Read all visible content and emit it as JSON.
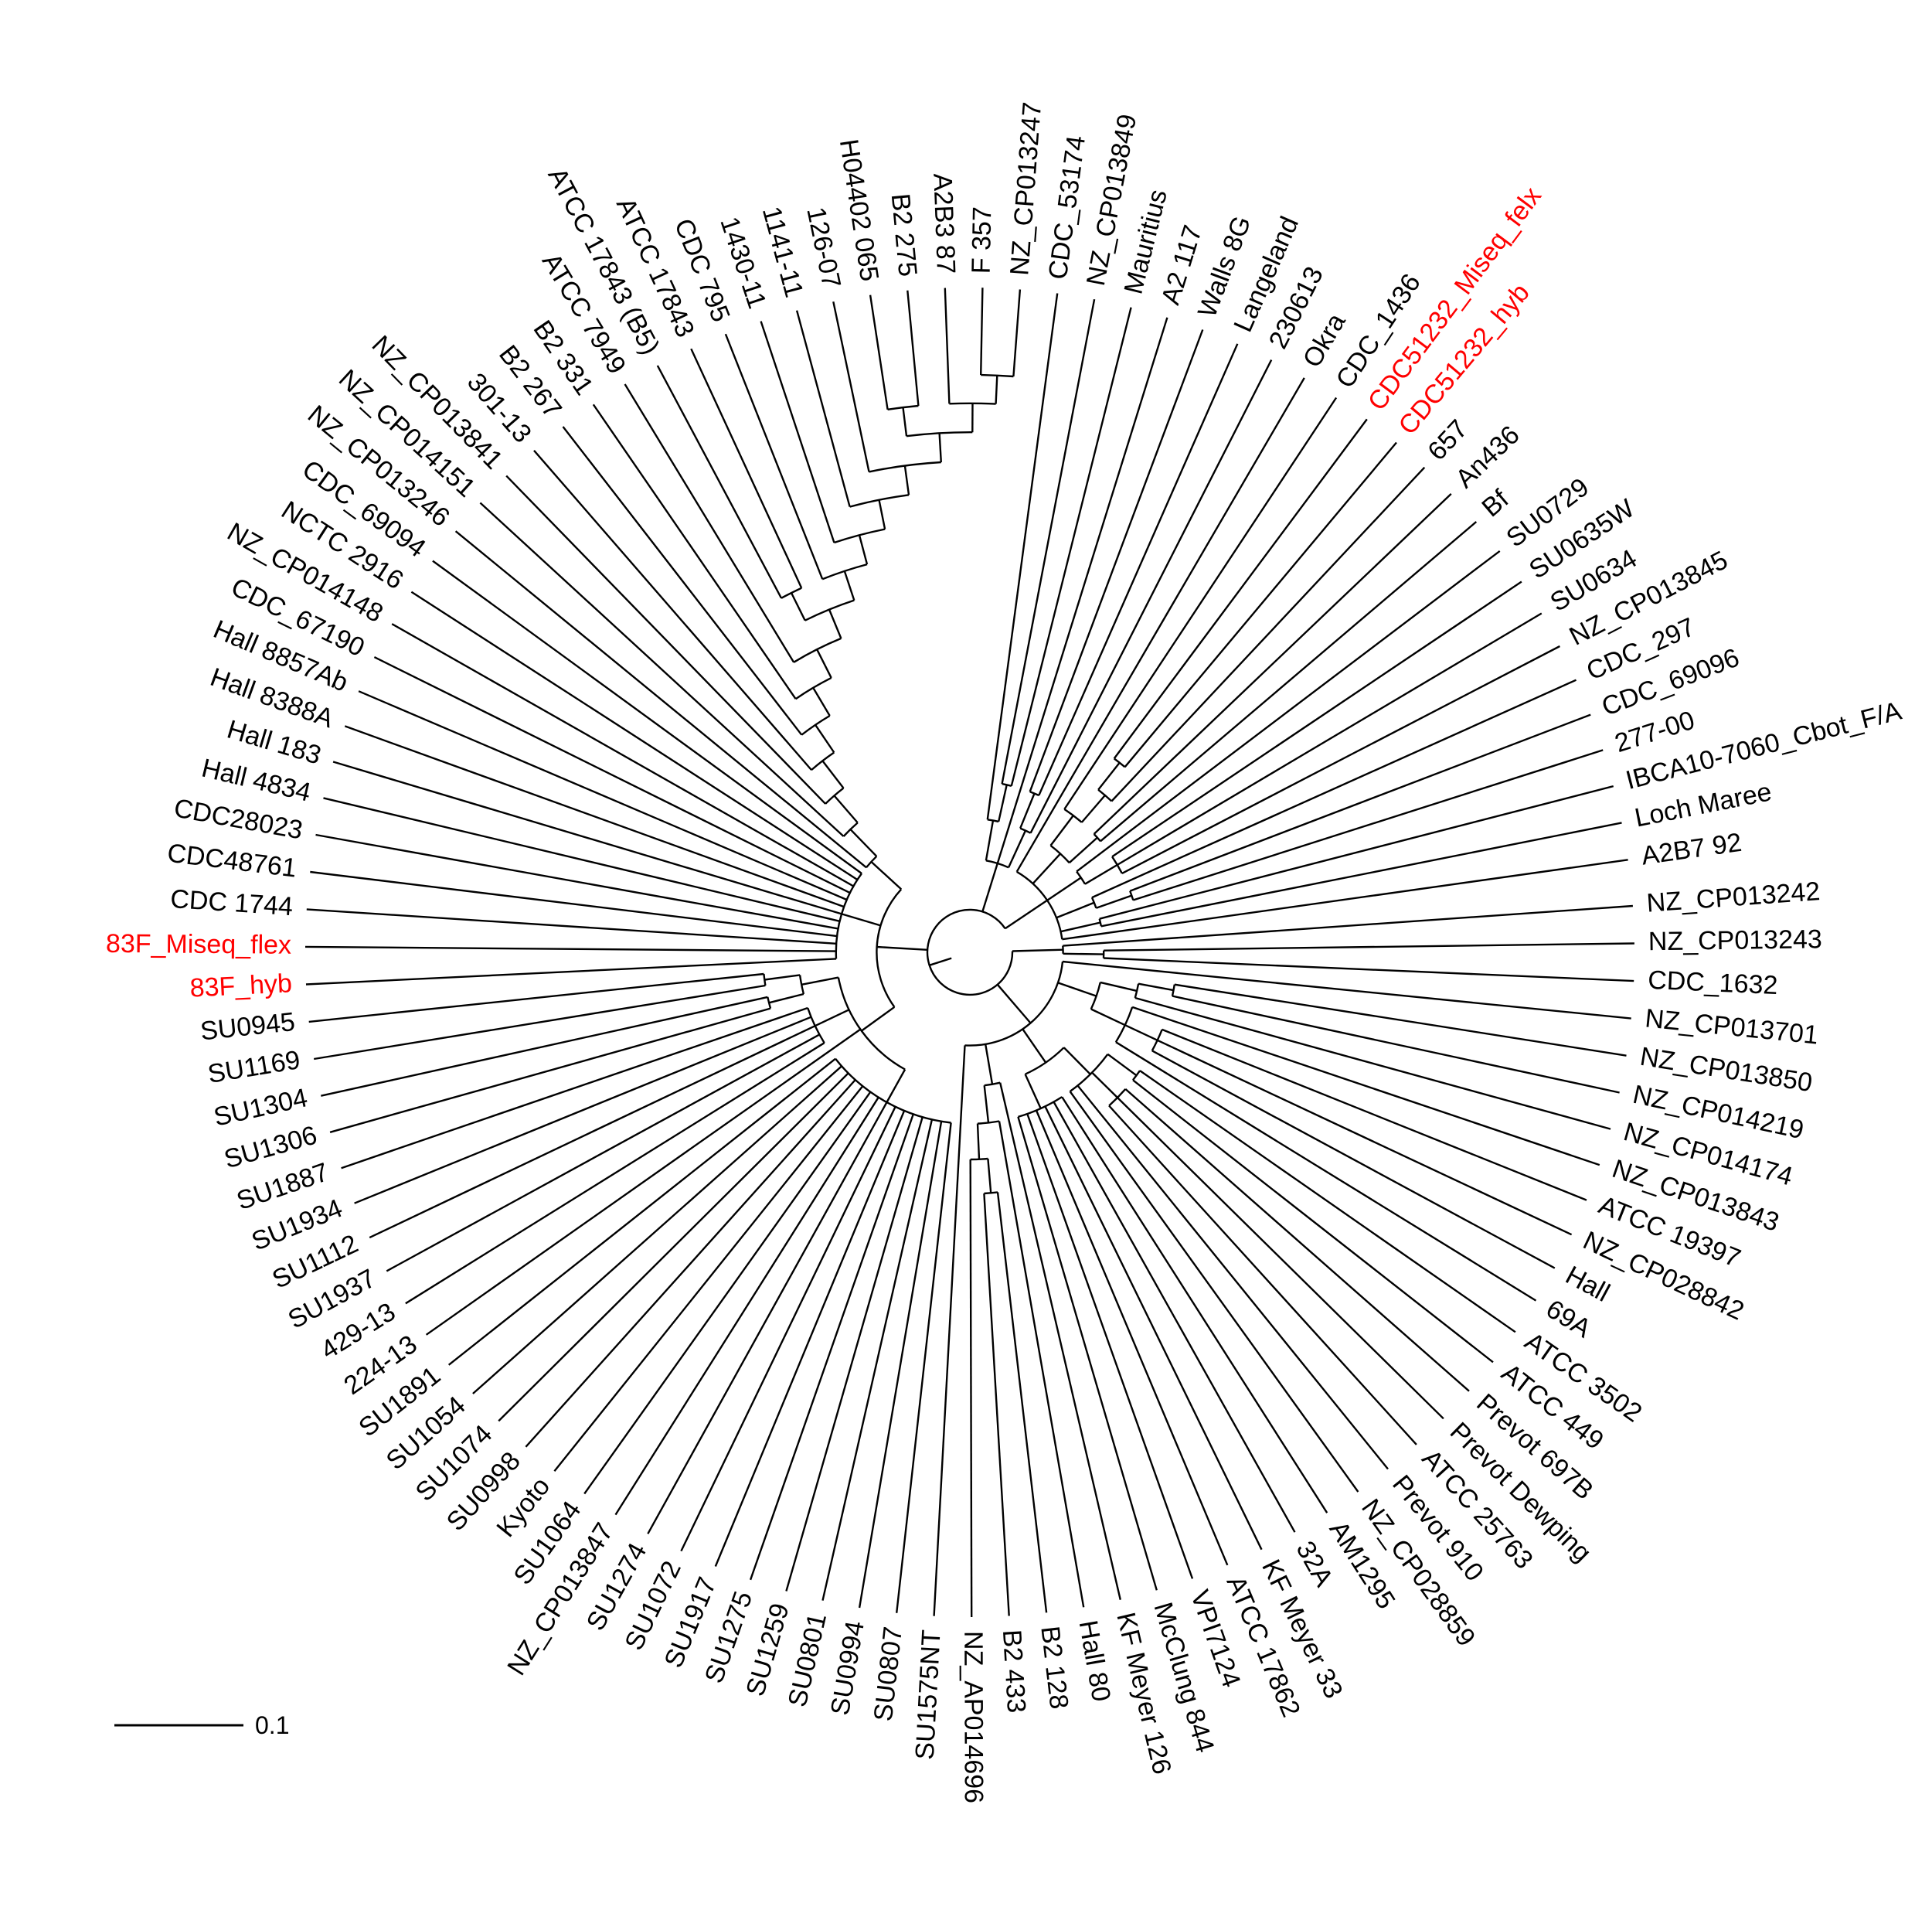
{
  "figure": {
    "scale_bar_label": "0.1",
    "colors": {
      "default": "#000000",
      "highlight": "#ff0000"
    }
  },
  "tree": {
    "name": "root",
    "children": [
      {
        "name": "cladeA",
        "children": [
          {
            "name": "NZ_CP013242"
          },
          {
            "name": "g_13243",
            "children": [
              {
                "name": "NZ_CP013243"
              },
              {
                "name": "CDC_1632"
              }
            ]
          }
        ]
      },
      {
        "name": "cladeB",
        "children": [
          {
            "name": "NZ_CP013701"
          },
          {
            "name": "g_hall",
            "children": [
              {
                "name": "g_13850",
                "children": [
                  {
                    "name": "g_13850b",
                    "children": [
                      {
                        "name": "NZ_CP013850"
                      },
                      {
                        "name": "NZ_CP014219"
                      }
                    ]
                  },
                  {
                    "name": "NZ_CP014174"
                  }
                ]
              },
              {
                "name": "g_13843",
                "children": [
                  {
                    "name": "NZ_CP013843"
                  },
                  {
                    "name": "g_19397",
                    "children": [
                      {
                        "name": "ATCC 19397"
                      },
                      {
                        "name": "NZ_CP028842"
                      },
                      {
                        "name": "Hall"
                      }
                    ]
                  },
                  {
                    "name": "69A"
                  }
                ]
              }
            ]
          },
          {
            "name": "g_atcc",
            "children": [
              {
                "name": "g_3502",
                "children": [
                  {
                    "name": "g_3502b",
                    "children": [
                      {
                        "name": "ATCC 3502"
                      },
                      {
                        "name": "ATCC 449"
                      }
                    ]
                  },
                  {
                    "name": "g_697b",
                    "children": [
                      {
                        "name": "Prevot 697B"
                      },
                      {
                        "name": "Prevot Dewping"
                      },
                      {
                        "name": "ATCC 25763"
                      }
                    ]
                  },
                  {
                    "name": "Prevot 910"
                  },
                  {
                    "name": "NZ_CP028859"
                  }
                ]
              },
              {
                "name": "g_am",
                "children": [
                  {
                    "name": "AM1295"
                  },
                  {
                    "name": "32A"
                  },
                  {
                    "name": "KF Meyer 33"
                  },
                  {
                    "name": "ATCC 17862"
                  },
                  {
                    "name": "VPI7124"
                  },
                  {
                    "name": "McClung 844"
                  }
                ]
              }
            ]
          },
          {
            "name": "g_kf",
            "children": [
              {
                "name": "KF Meyer 126"
              },
              {
                "name": "g_hall80",
                "children": [
                  {
                    "name": "Hall 80"
                  },
                  {
                    "name": "g_b2",
                    "children": [
                      {
                        "name": "g_b2b",
                        "children": [
                          {
                            "name": "B2 128"
                          },
                          {
                            "name": "B2 433"
                          }
                        ]
                      },
                      {
                        "name": "NZ_AP014696"
                      }
                    ]
                  }
                ]
              }
            ]
          },
          {
            "name": "SU1575NT"
          }
        ]
      },
      {
        "name": "cladeC",
        "children": [
          {
            "name": "g_su",
            "children": [
              {
                "name": "g_su0807",
                "children": [
                  {
                    "name": "SU0807"
                  },
                  {
                    "name": "SU0994"
                  },
                  {
                    "name": "SU0801"
                  },
                  {
                    "name": "SU1259"
                  },
                  {
                    "name": "SU1275"
                  },
                  {
                    "name": "SU1917"
                  },
                  {
                    "name": "SU1072"
                  },
                  {
                    "name": "SU1274"
                  },
                  {
                    "name": "NZ_CP013847"
                  },
                  {
                    "name": "SU1064"
                  },
                  {
                    "name": "Kyoto"
                  },
                  {
                    "name": "SU0998"
                  },
                  {
                    "name": "SU1074"
                  },
                  {
                    "name": "SU1054"
                  },
                  {
                    "name": "SU1891"
                  }
                ]
              },
              {
                "name": "224-13"
              },
              {
                "name": "g_su1887",
                "children": [
                  {
                    "name": "429-13"
                  },
                  {
                    "name": "SU1937"
                  },
                  {
                    "name": "SU1112"
                  },
                  {
                    "name": "SU1934"
                  },
                  {
                    "name": "SU1887"
                  }
                ]
              },
              {
                "name": "g_su1306",
                "children": [
                  {
                    "name": "g_su1306b",
                    "children": [
                      {
                        "name": "SU1306"
                      },
                      {
                        "name": "SU1304"
                      }
                    ]
                  },
                  {
                    "name": "g_su1169",
                    "children": [
                      {
                        "name": "SU1169"
                      },
                      {
                        "name": "SU0945"
                      }
                    ]
                  }
                ]
              }
            ]
          },
          {
            "name": "g_hall183",
            "children": [
              {
                "name": "83F_hyb",
                "highlight": true
              },
              {
                "name": "83F_Miseq_flex",
                "highlight": true
              },
              {
                "name": "CDC 1744"
              },
              {
                "name": "CDC48761"
              },
              {
                "name": "CDC28023"
              },
              {
                "name": "Hall 4834"
              },
              {
                "name": "Hall 183"
              },
              {
                "name": "Hall 8388A"
              },
              {
                "name": "Hall 8857Ab"
              },
              {
                "name": "CDC_67190"
              },
              {
                "name": "NZ_CP014148"
              },
              {
                "name": "NCTC 2916"
              },
              {
                "name": "CDC_69094"
              }
            ]
          },
          {
            "name": "g_cp013246",
            "children": [
              {
                "name": "NZ_CP013246"
              },
              {
                "name": "g_cp014151",
                "children": [
                  {
                    "name": "NZ_CP014151"
                  },
                  {
                    "name": "g_cp013841",
                    "children": [
                      {
                        "name": "NZ_CP013841"
                      },
                      {
                        "name": "g_301",
                        "children": [
                          {
                            "name": "301-13"
                          },
                          {
                            "name": "g_b2267",
                            "children": [
                              {
                                "name": "B2 267"
                              },
                              {
                                "name": "g_b2331",
                                "children": [
                                  {
                                    "name": "B2 331"
                                  },
                                  {
                                    "name": "g_7949",
                                    "children": [
                                      {
                                        "name": "ATCC 7949"
                                      },
                                      {
                                        "name": "g_17843",
                                        "children": [
                                          {
                                            "name": "g_17843b",
                                            "children": [
                                              {
                                                "name": "ATCC 17843 (B5)"
                                              },
                                              {
                                                "name": "ATCC 17843"
                                              }
                                            ]
                                          },
                                          {
                                            "name": "g_cdc795",
                                            "children": [
                                              {
                                                "name": "CDC 795"
                                              },
                                              {
                                                "name": "g_1430",
                                                "children": [
                                                  {
                                                    "name": "1430-11"
                                                  },
                                                  {
                                                    "name": "g_1141",
                                                    "children": [
                                                      {
                                                        "name": "1141-11"
                                                      },
                                                      {
                                                        "name": "g_126",
                                                        "children": [
                                                          {
                                                            "name": "126-07"
                                                          },
                                                          {
                                                            "name": "g_h04402",
                                                            "children": [
                                                              {
                                                                "name": "g_h04402b",
                                                                "children": [
                                                                  {
                                                                    "name": "H04402 065"
                                                                  },
                                                                  {
                                                                    "name": "B2 275"
                                                                  }
                                                                ]
                                                              },
                                                              {
                                                                "name": "g_a2b3",
                                                                "children": [
                                                                  {
                                                                    "name": "A2B3 87"
                                                                  },
                                                                  {
                                                                    "name": "g_f357",
                                                                    "children": [
                                                                      {
                                                                        "name": "F 357"
                                                                      },
                                                                      {
                                                                        "name": "NZ_CP013247"
                                                                      }
                                                                    ]
                                                                  }
                                                                ]
                                                              }
                                                            ]
                                                          }
                                                        ]
                                                      }
                                                    ]
                                                  }
                                                ]
                                              }
                                            ]
                                          }
                                        ]
                                      }
                                    ]
                                  }
                                ]
                              }
                            ]
                          }
                        ]
                      }
                    ]
                  }
                ]
              }
            ]
          }
        ]
      },
      {
        "name": "cladeD",
        "children": [
          {
            "name": "g_53174",
            "children": [
              {
                "name": "CDC_53174"
              },
              {
                "name": "g_13849",
                "children": [
                  {
                    "name": "NZ_CP013849"
                  },
                  {
                    "name": "Mauritius"
                  }
                ]
              }
            ]
          },
          {
            "name": "A2 117"
          },
          {
            "name": "g_walls",
            "children": [
              {
                "name": "g_walls8g",
                "children": [
                  {
                    "name": "Walls 8G"
                  },
                  {
                    "name": "Langeland"
                  }
                ]
              },
              {
                "name": "230613"
              }
            ]
          }
        ]
      },
      {
        "name": "cladeE",
        "children": [
          {
            "name": "Okra"
          },
          {
            "name": "g_cdc1436",
            "children": [
              {
                "name": "g_cdc1436b",
                "children": [
                  {
                    "name": "CDC_1436"
                  },
                  {
                    "name": "g_51232",
                    "children": [
                      {
                        "name": "g_51232b",
                        "children": [
                          {
                            "name": "CDC51232_Miseq_felx",
                            "highlight": true
                          },
                          {
                            "name": "CDC51232_hyb",
                            "highlight": true
                          }
                        ]
                      },
                      {
                        "name": "657"
                      }
                    ]
                  }
                ]
              },
              {
                "name": "g_an436",
                "children": [
                  {
                    "name": "An436"
                  },
                  {
                    "name": "Bf"
                  }
                ]
              }
            ]
          },
          {
            "name": "g_su0729",
            "children": [
              {
                "name": "SU0729"
              },
              {
                "name": "g_su0635",
                "children": [
                  {
                    "name": "SU0635W"
                  },
                  {
                    "name": "SU0634"
                  },
                  {
                    "name": "NZ_CP013845"
                  }
                ]
              }
            ]
          },
          {
            "name": "g_cdc297",
            "children": [
              {
                "name": "CDC_297"
              },
              {
                "name": "g_69096",
                "children": [
                  {
                    "name": "CDC_69096"
                  },
                  {
                    "name": "277-00"
                  }
                ]
              }
            ]
          },
          {
            "name": "g_ibca",
            "children": [
              {
                "name": "IBCA10-7060_Cbot_F/A"
              },
              {
                "name": "Loch Maree"
              }
            ]
          },
          {
            "name": "A2B7 92"
          }
        ]
      }
    ]
  }
}
